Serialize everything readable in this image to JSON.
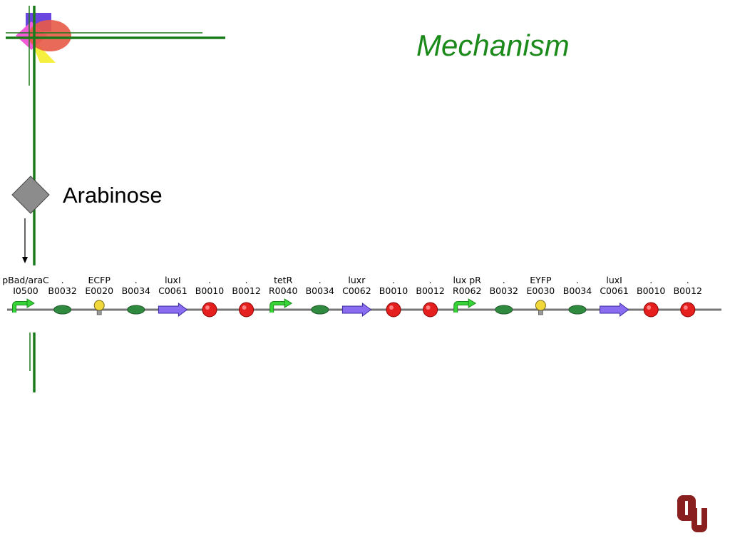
{
  "slide": {
    "title": "Mechanism",
    "inducer_label": "Arabinose"
  },
  "colors": {
    "title": "#1b8a1b",
    "frame_green": "#1b7a1b",
    "rbs": "#2f8a3f",
    "terminator": "#e51e1e",
    "coding": "#8a6cf0",
    "promoter": "#36d436",
    "reporter": "#f0d83a",
    "logo": "#8a1f1f"
  },
  "construct": {
    "parts": [
      {
        "name": "pBad/araC",
        "id": "I0500",
        "type": "promoter"
      },
      {
        "name": ".",
        "id": "B0032",
        "type": "rbs"
      },
      {
        "name": "ECFP",
        "id": "E0020",
        "type": "reporter"
      },
      {
        "name": ".",
        "id": "B0034",
        "type": "rbs"
      },
      {
        "name": "luxI",
        "id": "C0061",
        "type": "coding"
      },
      {
        "name": ".",
        "id": "B0010",
        "type": "terminator"
      },
      {
        "name": ".",
        "id": "B0012",
        "type": "terminator"
      },
      {
        "name": "tetR",
        "id": "R0040",
        "type": "promoter"
      },
      {
        "name": ".",
        "id": "B0034",
        "type": "rbs"
      },
      {
        "name": "luxr",
        "id": "C0062",
        "type": "coding"
      },
      {
        "name": ".",
        "id": "B0010",
        "type": "terminator"
      },
      {
        "name": ".",
        "id": "B0012",
        "type": "terminator"
      },
      {
        "name": "lux pR",
        "id": "R0062",
        "type": "promoter"
      },
      {
        "name": ".",
        "id": "B0032",
        "type": "rbs"
      },
      {
        "name": "EYFP",
        "id": "E0030",
        "type": "reporter"
      },
      {
        "name": ".",
        "id": "B0034",
        "type": "rbs"
      },
      {
        "name": "luxI",
        "id": "C0061",
        "type": "coding"
      },
      {
        "name": ".",
        "id": "B0010",
        "type": "terminator"
      },
      {
        "name": ".",
        "id": "B0012",
        "type": "terminator"
      }
    ]
  },
  "logo": {
    "text": "OU"
  }
}
